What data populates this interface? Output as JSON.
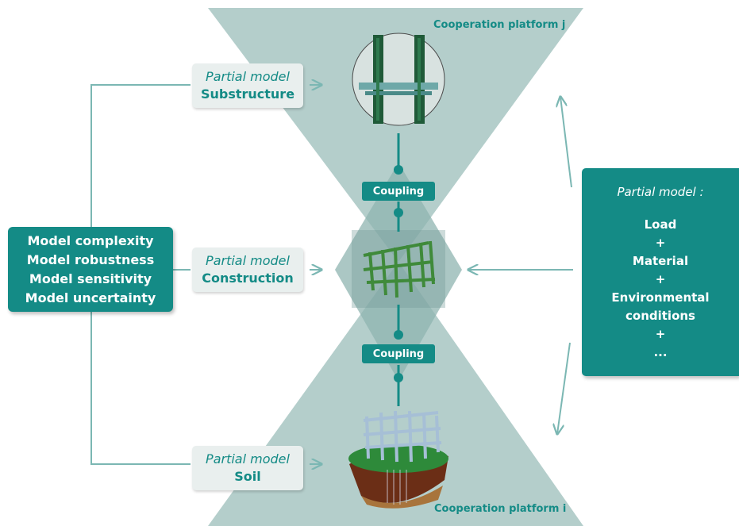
{
  "platforms": {
    "top": "Cooperation platform j",
    "bottom": "Cooperation platform i"
  },
  "partial_models": [
    {
      "prefix": "Partial model",
      "name": "Substructure"
    },
    {
      "prefix": "Partial model",
      "name": "Construction"
    },
    {
      "prefix": "Partial model",
      "name": "Soil"
    }
  ],
  "couplings": [
    "Coupling",
    "Coupling"
  ],
  "left_box": {
    "lines": [
      "Model complexity",
      "Model robustness",
      "Model sensitivity",
      "Model uncertainty"
    ]
  },
  "right_box": {
    "title": "Partial model :",
    "items": [
      "Load",
      "+",
      "Material",
      "+",
      "Environmental",
      "conditions",
      "+",
      "..."
    ]
  },
  "colors": {
    "accent": "#148b86",
    "hourglass": "#b4cecb",
    "light_box": "#e9efee",
    "connector": "#7bb7b3"
  }
}
